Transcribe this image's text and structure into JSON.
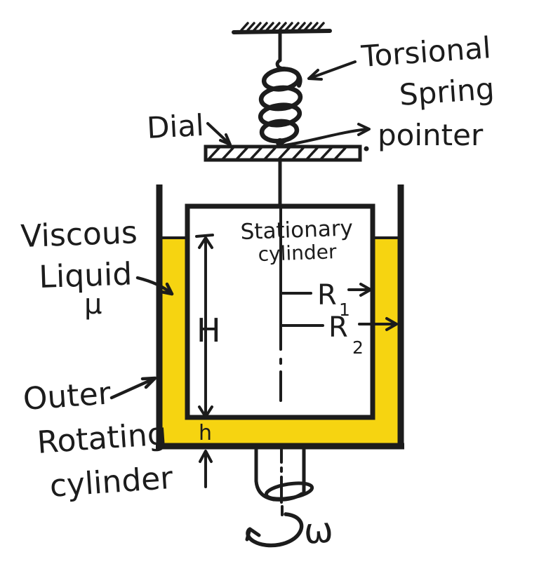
{
  "colors": {
    "ink": "#1c1c1c",
    "liquid": "#f6d411",
    "paper": "#ffffff"
  },
  "labels": {
    "torsional_spring": {
      "line1": "Torsional",
      "line2": "Spring"
    },
    "pointer": "pointer",
    "dial": "Dial",
    "stationary_cylinder": {
      "line1": "Stationary",
      "line2": "cylinder"
    },
    "viscous_liquid": {
      "line1": "Viscous",
      "line2": "Liquid",
      "symbol": "μ"
    },
    "outer_rotating_cylinder": {
      "line1": "Outer",
      "line2": "Rotating",
      "line3": "cylinder"
    },
    "dimensions": {
      "height": "H",
      "bottom_gap": "h",
      "inner_radius": "R",
      "inner_radius_sub": "1",
      "outer_radius": "R",
      "outer_radius_sub": "2"
    },
    "angular_velocity": "ω"
  }
}
